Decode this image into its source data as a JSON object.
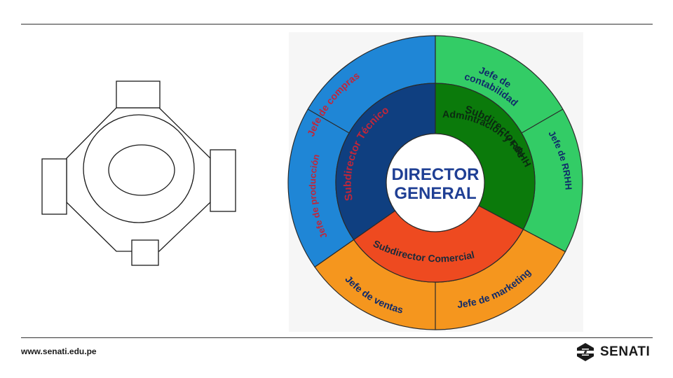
{
  "footer": {
    "url": "www.senati.edu.pe"
  },
  "logo": {
    "text": "SENATI"
  },
  "diagram": {
    "center": {
      "line1": "DIRECTOR",
      "line2": "GENERAL"
    },
    "subdirectors": {
      "tecnico": "Subdirector Técnico",
      "admin_line1": "Subdirector de",
      "admin_line2": "Admintración y RRHH",
      "comercial": "Subdirector Comercial"
    },
    "jefes": {
      "compras": "Jefe de compras",
      "contabilidad_line1": "Jefe de",
      "contabilidad_line2": "contabilidad",
      "rrhh": "Jefe de RRHH",
      "produccion": "Jefe de producción",
      "ventas": "Jefe de ventas",
      "marketing": "Jefe de marketing"
    },
    "colors": {
      "outer_blue": "#1f86d6",
      "outer_green": "#33cc66",
      "outer_orange": "#f5961e",
      "mid_navy": "#0f3f80",
      "mid_green": "#0b7a0b",
      "mid_red": "#ee4a20",
      "center_text": "#1f3f94",
      "tecnico_text": "#c0263a",
      "admin_text": "#0a2a10",
      "comercial_text": "#1a2a3a",
      "jefe_text": "#0f2a6a",
      "produccion_text": "#c0263a"
    }
  }
}
